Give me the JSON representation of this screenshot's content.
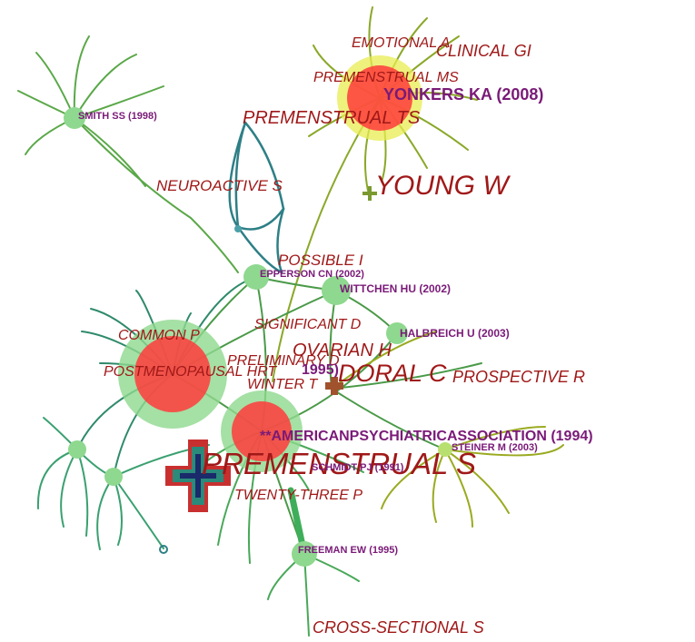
{
  "colors": {
    "term_label": "#a01818",
    "author_label": "#7a1a78",
    "node_green": "#8fd88f",
    "node_red": "#ff3b3b",
    "node_yellow": "#e8ec50",
    "edge_green": "#3c9a4a",
    "edge_teal": "#2a7a7a",
    "edge_yellow": "#9aaa20"
  },
  "term_labels": [
    {
      "id": "emotional",
      "text": "EMOTIONAL A"
    },
    {
      "id": "clinical",
      "text": "CLINICAL GI"
    },
    {
      "id": "premenstrual-ms",
      "text": "PREMENSTRUAL MS"
    },
    {
      "id": "premenstrual-ts",
      "text": "PREMENSTRUAL TS"
    },
    {
      "id": "neuroactive",
      "text": "NEUROACTIVE S"
    },
    {
      "id": "young",
      "text": "YOUNG W"
    },
    {
      "id": "possible",
      "text": "POSSIBLE I"
    },
    {
      "id": "significant",
      "text": "SIGNIFICANT D"
    },
    {
      "id": "common",
      "text": "COMMON P"
    },
    {
      "id": "ovarian",
      "text": "OVARIAN H"
    },
    {
      "id": "preliminary",
      "text": "PRELIMINARY D"
    },
    {
      "id": "postmenopausal",
      "text": "POSTMENOPAUSAL HRT"
    },
    {
      "id": "doral",
      "text": "DORAL C"
    },
    {
      "id": "winter",
      "text": "WINTER T"
    },
    {
      "id": "prospective",
      "text": "PROSPECTIVE R"
    },
    {
      "id": "premenstrual-s",
      "text": "PREMENSTRUAL S"
    },
    {
      "id": "twenty-three",
      "text": "TWENTY-THREE P"
    },
    {
      "id": "cross-sectional",
      "text": "CROSS-SECTIONAL S"
    }
  ],
  "author_labels": [
    {
      "id": "smith",
      "text": "SMITH SS (1998)"
    },
    {
      "id": "yonkers",
      "text": "YONKERS KA (2008)"
    },
    {
      "id": "epperson",
      "text": "EPPERSON CN (2002)"
    },
    {
      "id": "wittchen",
      "text": "WITTCHEN HU (2002)"
    },
    {
      "id": "halbreich",
      "text": "HALBREICH U (2003)"
    },
    {
      "id": "y1995",
      "text": "1995)"
    },
    {
      "id": "apa",
      "text": "**AMERICANPSYCHIATRICASSOCIATION (1994)"
    },
    {
      "id": "steiner",
      "text": "STEINER M (2003)"
    },
    {
      "id": "schmidt",
      "text": "SCHMIDT PJ (1991)"
    },
    {
      "id": "freeman",
      "text": "FREEMAN EW (1995)"
    }
  ]
}
